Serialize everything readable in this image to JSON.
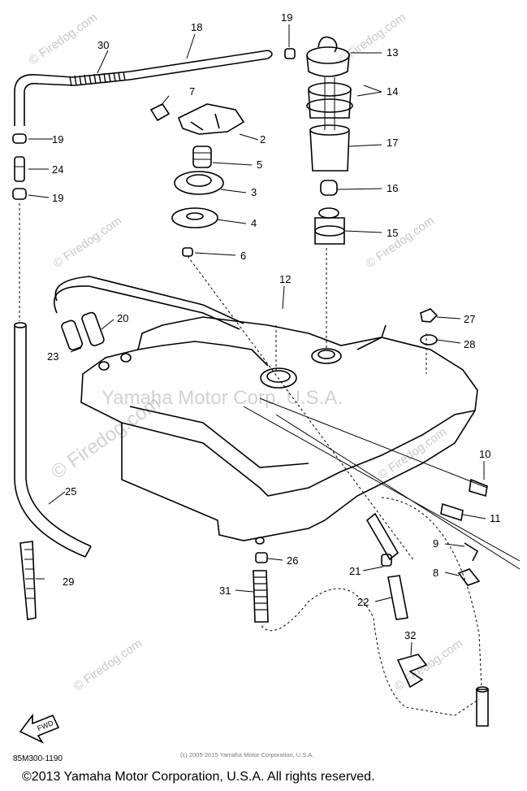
{
  "diagram": {
    "part_code": "85M300-1190",
    "small_copyright": "(c) 2005-2015 Yamaha Motor Corporation, U.S.A.",
    "footer": "©2013 Yamaha Motor Corporation, U.S.A. All rights reserved.",
    "watermark_site": "© Firedog.com",
    "watermark_company": "Yamaha Motor Corp. U.S.A.",
    "fwd_label": "FWD",
    "part_numbers": [
      "30",
      "18",
      "19",
      "13",
      "7",
      "14",
      "2",
      "17",
      "19",
      "5",
      "24",
      "3",
      "16",
      "19",
      "4",
      "15",
      "6",
      "12",
      "27",
      "20",
      "28",
      "23",
      "10",
      "25",
      "11",
      "9",
      "26",
      "21",
      "8",
      "29",
      "31",
      "22",
      "32"
    ]
  }
}
